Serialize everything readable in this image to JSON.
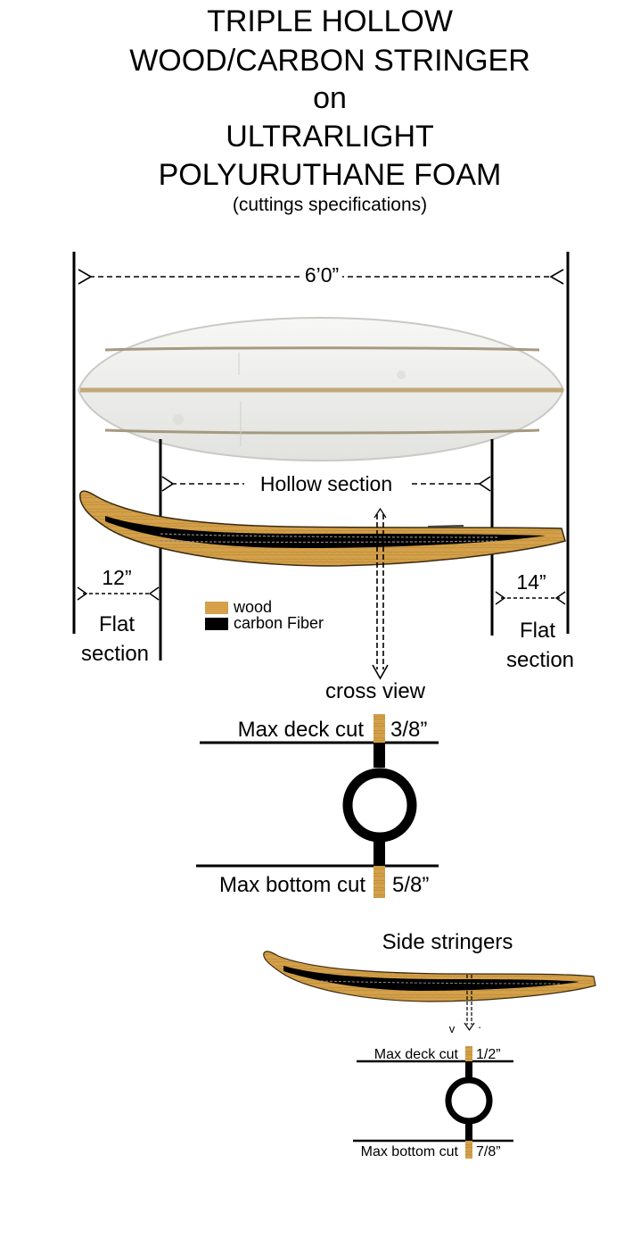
{
  "title": {
    "lines": [
      "TRIPLE HOLLOW",
      "WOOD/CARBON STRINGER",
      "on",
      "ULTRARLIGHT",
      "POLYURUTHANE FOAM"
    ],
    "subtitle": "(cuttings specifications)"
  },
  "dimensions": {
    "overall_length": "6’0”",
    "hollow_section": "Hollow section",
    "left_flat_length": "12”",
    "right_flat_length": "14”",
    "flat_label_line1": "Flat",
    "flat_label_line2": "section"
  },
  "legend": {
    "items": [
      {
        "label": "wood",
        "color": "#d4a04a"
      },
      {
        "label": "carbon Fiber",
        "color": "#000000"
      }
    ]
  },
  "cross_view": {
    "label": "cross view",
    "deck_label": "Max deck cut",
    "deck_value": "3/8”",
    "bottom_label": "Max bottom cut",
    "bottom_value": "5/8”"
  },
  "side_stringers": {
    "label": "Side stringers",
    "marker_v": "v",
    "marker_dot": ".",
    "deck_label": "Max deck cut",
    "deck_value": "1/2”",
    "bottom_label": "Max bottom cut",
    "bottom_value": "7/8”"
  },
  "colors": {
    "wood": "#d4a04a",
    "wood_dark": "#b07a2a",
    "carbon": "#000000",
    "foam": "#f1f1ef"
  }
}
